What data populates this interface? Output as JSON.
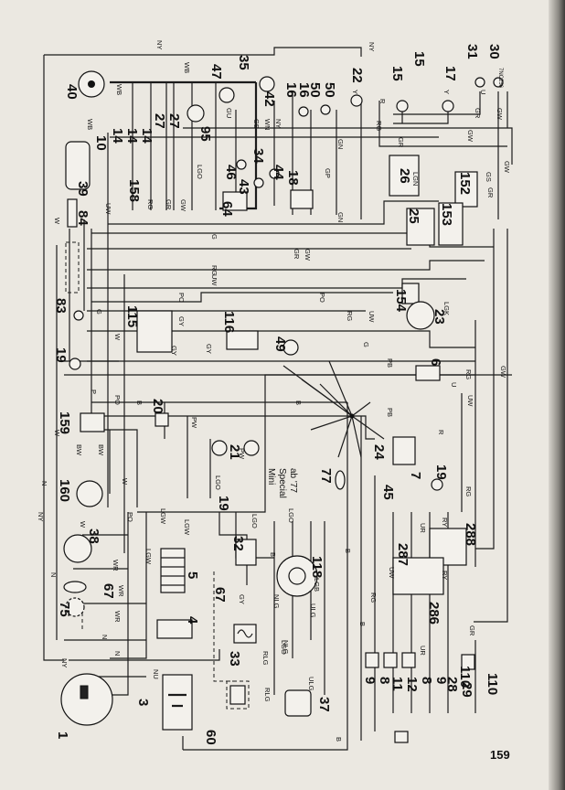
{
  "page": {
    "number": "159",
    "figure_ref": "7NC256"
  },
  "note": {
    "line1": "Mini",
    "line2": "Special",
    "line3": "ab '77"
  },
  "component_numbers": {
    "c1": "1",
    "c3": "3",
    "c4": "4",
    "c5": "5",
    "c6": "6",
    "c7": "7",
    "c8": "8",
    "c9": "9",
    "c10": "10",
    "c11": "11",
    "c12": "12",
    "c14": "14",
    "c15": "15",
    "c16": "16",
    "c17": "17",
    "c18": "18",
    "c19": "19",
    "c20": "20",
    "c21": "21",
    "c22": "22",
    "c23": "23",
    "c24": "24",
    "c25": "25",
    "c26": "26",
    "c27": "27",
    "c28": "28",
    "c29": "29",
    "c30": "30",
    "c31": "31",
    "c32": "32",
    "c33": "33",
    "c34": "34",
    "c35": "35",
    "c37": "37",
    "c38": "38",
    "c39": "39",
    "c40": "40",
    "c42": "42",
    "c43": "43",
    "c44": "44",
    "c45": "45",
    "c46": "46",
    "c47": "47",
    "c49": "49",
    "c50": "50",
    "c60": "60",
    "c64": "64",
    "c67": "67",
    "c75": "75",
    "c77": "77",
    "c83": "83",
    "c84": "84",
    "c95": "95",
    "c110": "110",
    "c115": "115",
    "c116": "116",
    "c118": "118",
    "c152": "152",
    "c153": "153",
    "c154": "154",
    "c158": "158",
    "c159": "159",
    "c160": "160",
    "c286": "286",
    "c287": "287",
    "c288": "288"
  },
  "wire_codes": {
    "ny": "NY",
    "wb": "WB",
    "w": "W",
    "uw": "UW",
    "rg": "RG",
    "gr": "GR",
    "gw": "GW",
    "gu": "GU",
    "gb": "GB",
    "wn": "WN",
    "lgo": "LGO",
    "g": "G",
    "gp": "GP",
    "gn": "GN",
    "lgk": "LGK",
    "po": "PO",
    "p": "P",
    "b": "B",
    "bw": "BW",
    "pw": "PW",
    "wr": "WR",
    "lgw": "LGW",
    "n": "N",
    "nu": "NU",
    "u": "U",
    "r": "R",
    "y": "Y",
    "gy": "GY",
    "pb": "PB",
    "gs": "GS",
    "ry": "RY",
    "ur": "UR",
    "lgb": "LGB",
    "nlg": "NLG",
    "ulg": "ULG",
    "rlg": "RLG",
    "gs2": "GS",
    "lgn": "LGN"
  }
}
